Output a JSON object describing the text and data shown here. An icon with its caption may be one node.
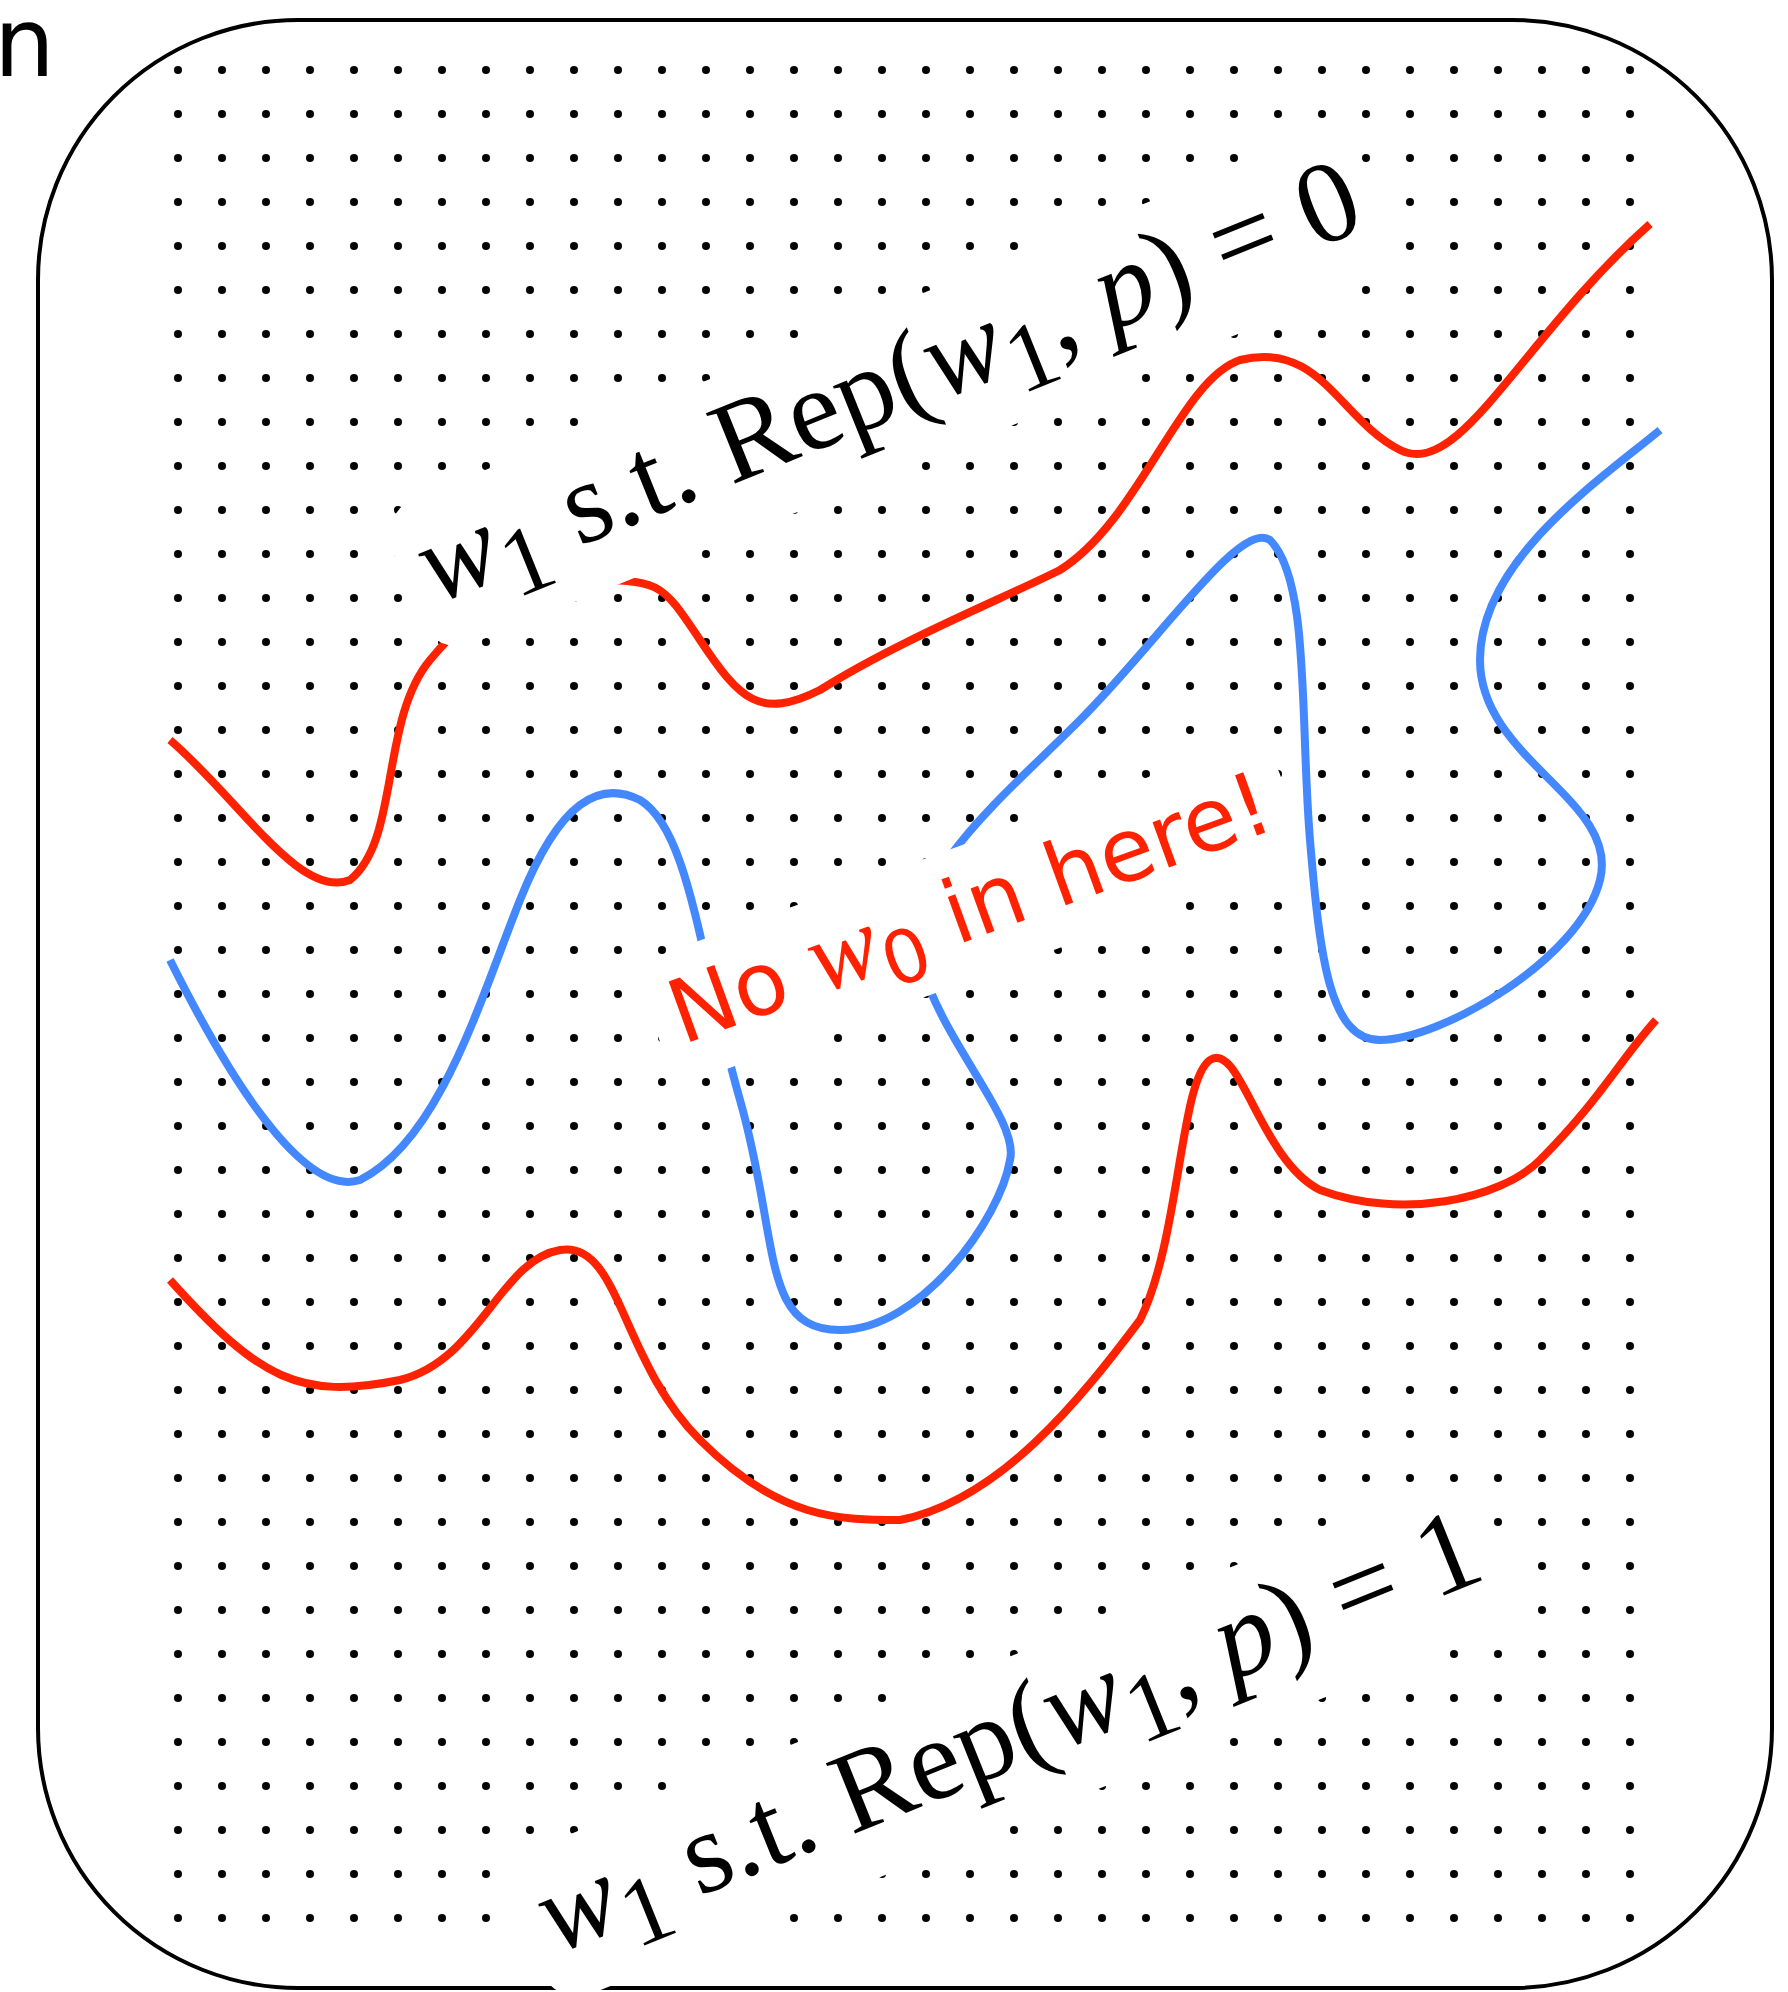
{
  "diagram": {
    "labels": [
      "n",
      "*w*$_{1}$ s.t. Rep(*w*$_{1}$, *p*) = 0",
      "No *w*$_{0}$ in here!",
      "*w*$_{1}$ s.t. Rep(*w*$_{1}$, *p*) = 1"
    ]
  }
}
